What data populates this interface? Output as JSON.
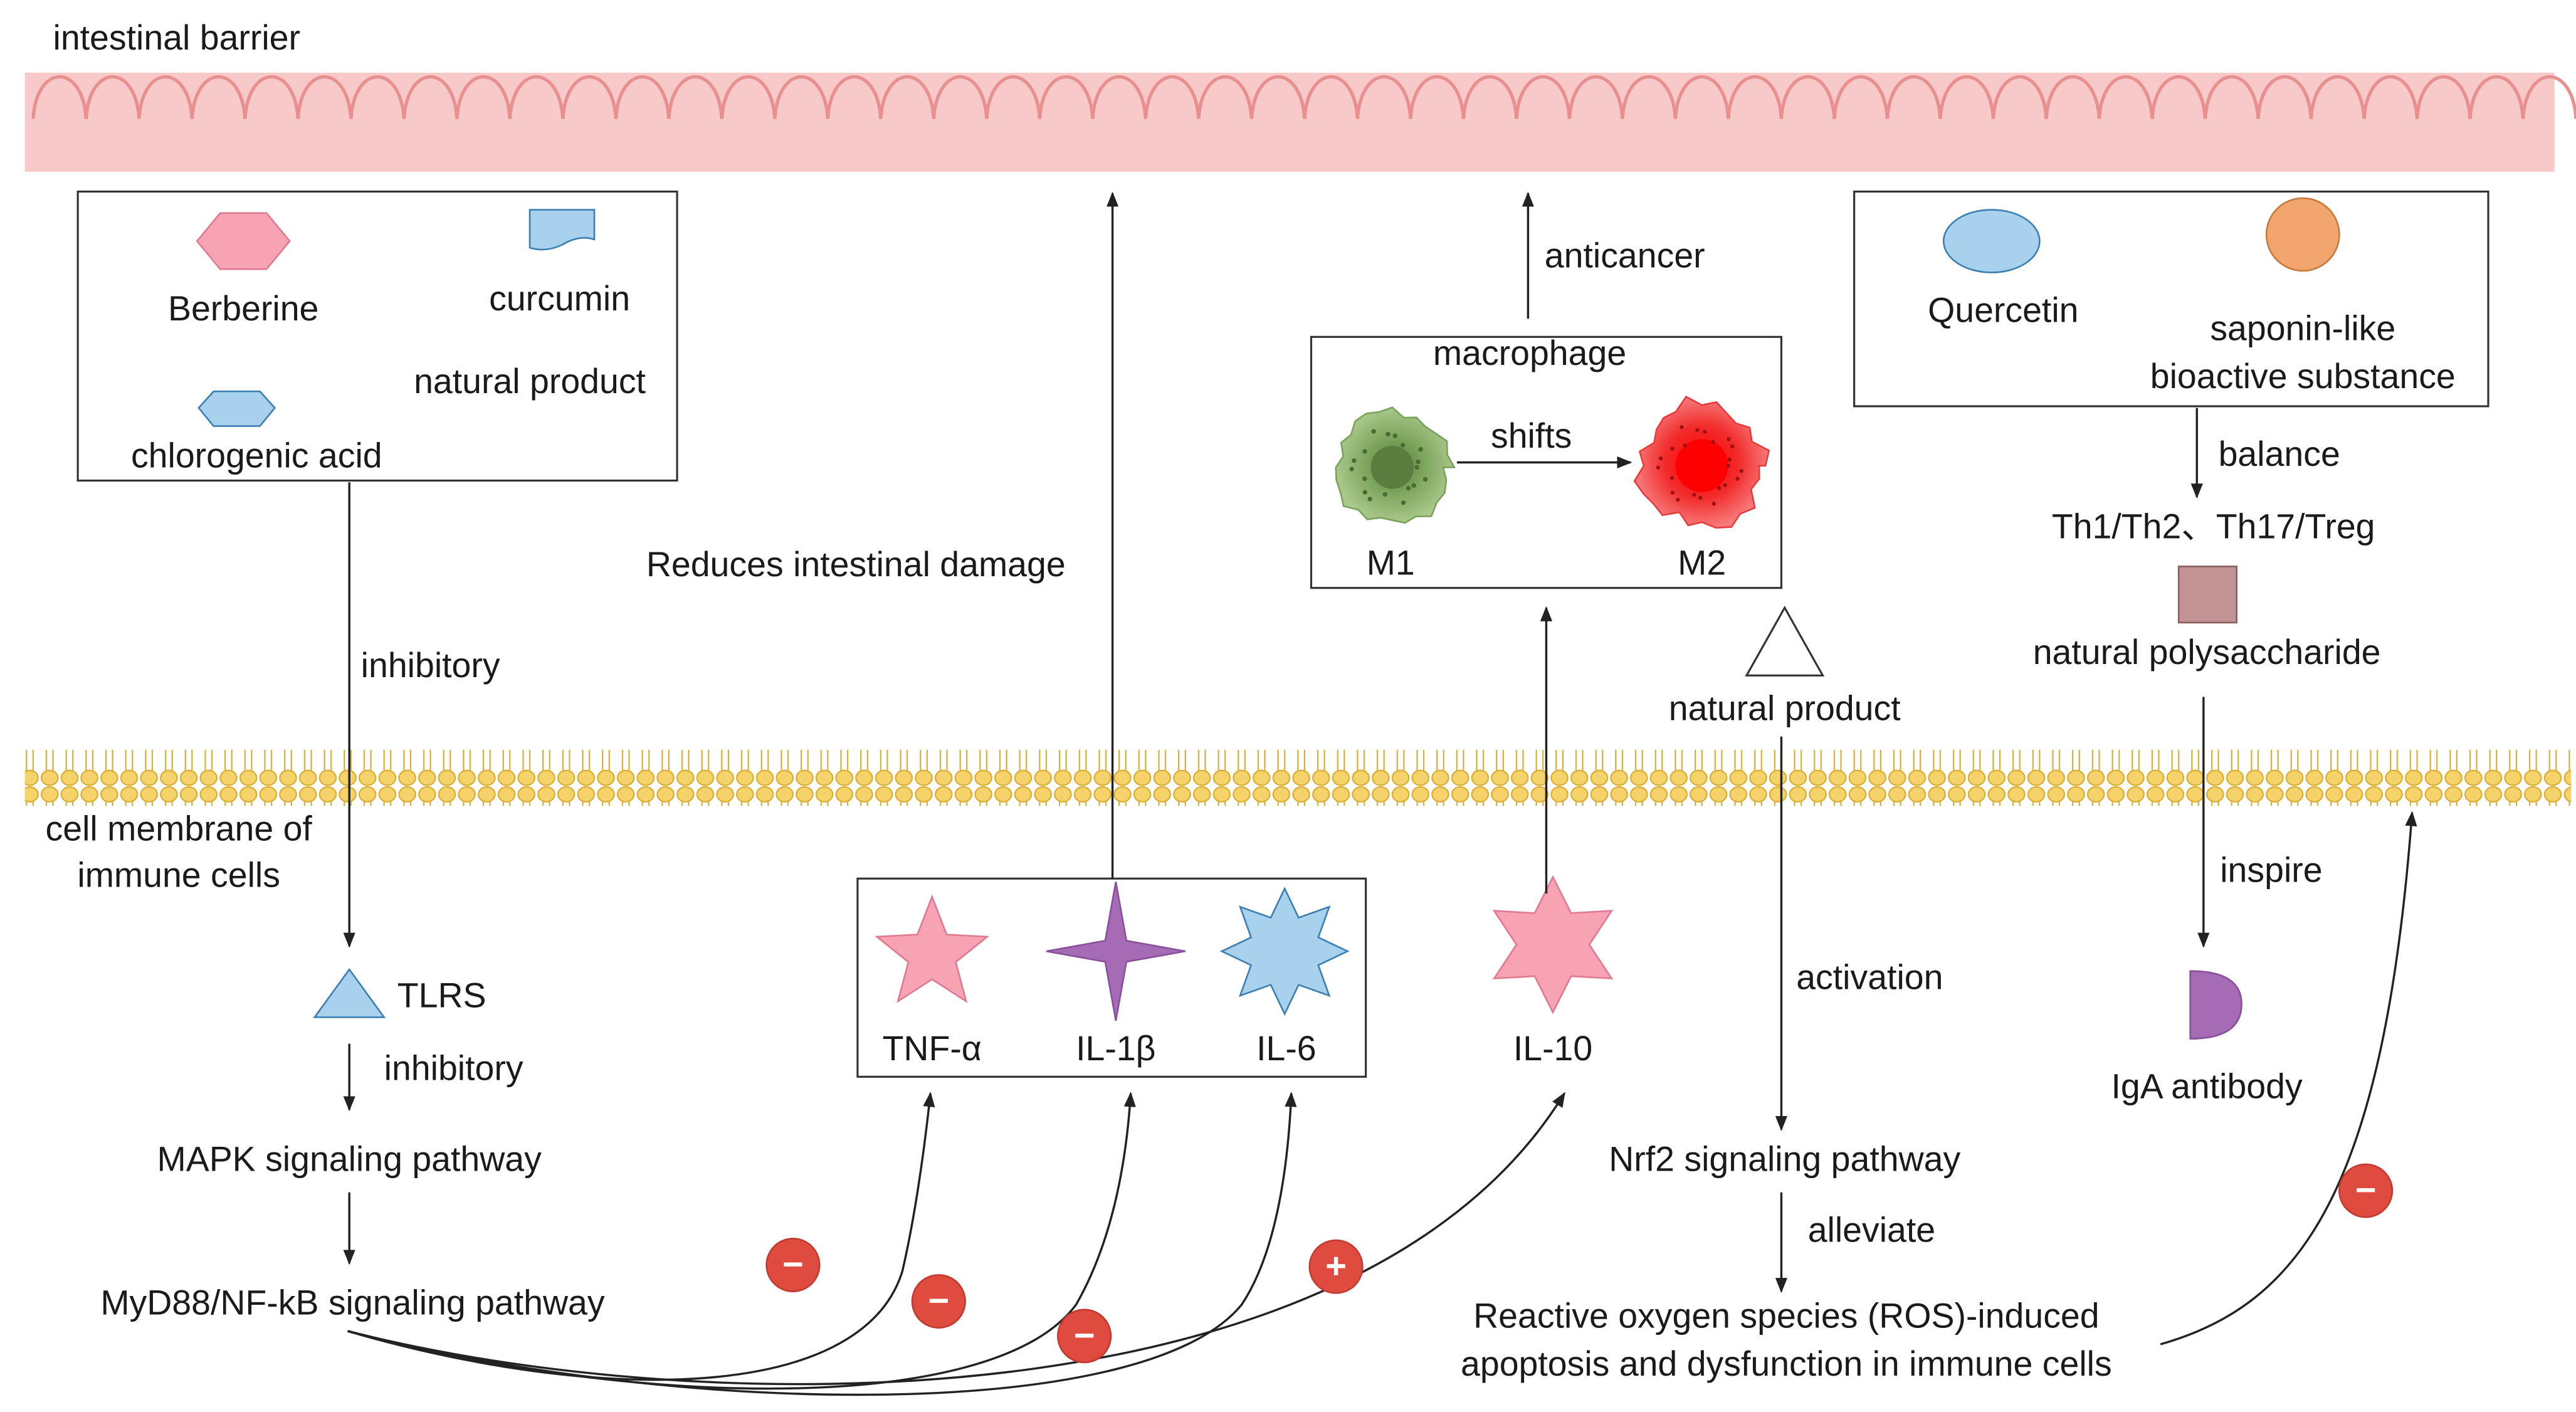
{
  "colors": {
    "barrier": "#f6c2c2",
    "barrier_line": "#ea8f8f",
    "membrane": "#f2d46a",
    "arrow": "#222222",
    "minus_badge": "#e04b3f",
    "plus_badge": "#e04b3f",
    "berberine": "#f7a3b4",
    "curcumin": "#a8d1ee",
    "chlorogenic": "#a8d1ee",
    "quercetin": "#a8d1ee",
    "saponin": "#f2a56c",
    "tnf": "#f7a3b4",
    "il1b": "#a66bb5",
    "il6": "#a8d1ee",
    "il10": "#f7a3b4",
    "m1": "#8fb36a",
    "m2": "#ef2a2a",
    "polysaccharide": "#c29294",
    "iga": "#a66bb5"
  },
  "labels": {
    "intestinal_barrier": "intestinal barrier",
    "berberine": "Berberine",
    "curcumin": "curcumin",
    "natural_product_box": "natural product",
    "chlorogenic_acid": "chlorogenic acid",
    "inhibitory_1": "inhibitory",
    "membrane_line1": "cell membrane of",
    "membrane_line2": "immune cells",
    "tlrs": "TLRS",
    "inhibitory_2": "inhibitory",
    "mapk": "MAPK signaling pathway",
    "myd88": "MyD88/NF-kB signaling pathway",
    "reduces_damage": "Reduces intestinal damage",
    "tnf": "TNF-α",
    "il1b": "IL-1β",
    "il6": "IL-6",
    "il10": "IL-10",
    "anticancer": "anticancer",
    "macrophage": "macrophage",
    "shifts": "shifts",
    "m1": "M1",
    "m2": "M2",
    "natural_product_triangle": "natural product",
    "activation": "activation",
    "nrf2": "Nrf2 signaling pathway",
    "alleviate": "alleviate",
    "ros_line1": "Reactive oxygen species (ROS)-induced",
    "ros_line2": "apoptosis and dysfunction in immune cells",
    "quercetin": "Quercetin",
    "saponin_line1": "saponin-like",
    "saponin_line2": "bioactive substance",
    "balance": "balance",
    "th": "Th1/Th2、Th17/Treg",
    "natural_polysaccharide": "natural polysaccharide",
    "inspire": "inspire",
    "iga": "IgA antibody"
  },
  "badges": {
    "minus": "−",
    "plus": "+"
  }
}
